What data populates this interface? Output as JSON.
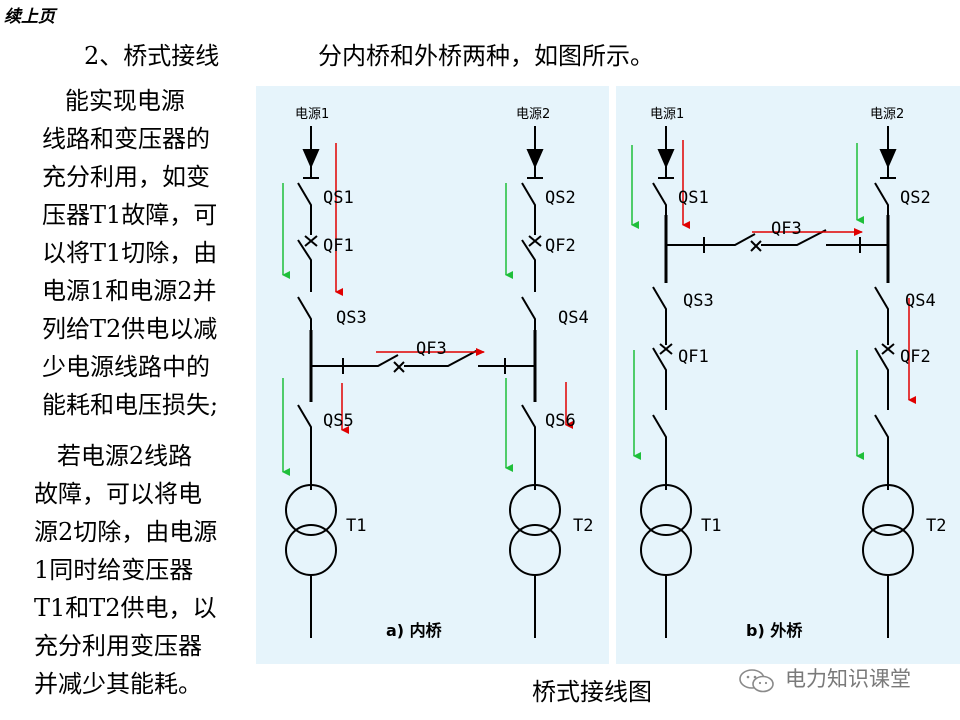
{
  "header": {
    "continued": "续上页",
    "heading": "2、桥式接线",
    "subheading": "分内桥和外桥两种，如图所示。"
  },
  "left_text": {
    "paragraph1": "   能实现电源\n线路和变压器的\n充分利用，如变\n压器T1故障，可\n以将T1切除，由\n电源1和电源2并\n列给T2供电以减\n少电源线路中的\n能耗和电压损失;",
    "paragraph2": "   若电源2线路\n故障，可以将电\n源2切除，由电源\n1同时给变压器\nT1和T2供电，以\n充分利用变压器\n并减少其能耗。"
  },
  "diagram_a": {
    "caption": "a) 内桥",
    "source1": "电源1",
    "source2": "电源2",
    "labels": {
      "qs1": "QS1",
      "qf1": "QF1",
      "qs3": "QS3",
      "qs5": "QS5",
      "qf3": "QF3",
      "qs2": "QS2",
      "qf2": "QF2",
      "qs4": "QS4",
      "qs6": "QS6",
      "t1": "T1",
      "t2": "T2"
    }
  },
  "diagram_b": {
    "caption": "b) 外桥",
    "source1": "电源1",
    "source2": "电源2",
    "labels": {
      "qs1": "QS1",
      "qf3": "QF3",
      "qs3": "QS3",
      "qf1": "QF1",
      "qs2": "QS2",
      "qs4": "QS4",
      "qf2": "QF2",
      "t1": "T1",
      "t2": "T2"
    }
  },
  "figure_title": "桥式接线图",
  "watermark": "电力知识课堂",
  "colors": {
    "panel": "#e6f4fb",
    "arrow_red": "#e00000",
    "arrow_green": "#1fbf3a",
    "line": "#000000"
  }
}
